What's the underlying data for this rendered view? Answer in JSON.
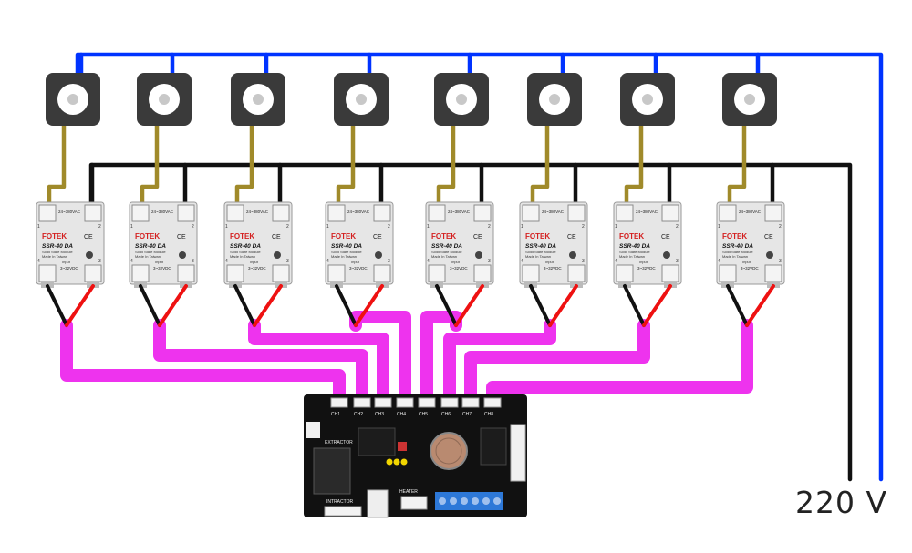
{
  "supply": {
    "voltage_label": "220 V"
  },
  "colors": {
    "neutral_wire": "#0033ff",
    "line_wire": "#111111",
    "load_wire": "#a08a2a",
    "signal_wire": "#ee33ee",
    "ctrl_neg_wire": "#111111",
    "ctrl_pos_wire": "#ee1111",
    "heater_pad": "#3a3a3a",
    "ssr_body": "#e6e6e6",
    "pcb": "#111111"
  },
  "ssr": {
    "count": 8,
    "brand": "FOTEK",
    "model": "SSR-40 DA",
    "subtitle": "Solid State Module",
    "origin": "Made In Taiwan",
    "ac_rating": "24~380VAC",
    "dc_rating": "3~32VDC",
    "input_label": "Input",
    "ce_mark": "CE",
    "terminals": [
      "1",
      "2",
      "3",
      "4"
    ]
  },
  "controller": {
    "labels": [
      "CH1",
      "CH2",
      "CH3",
      "CH4",
      "CH5",
      "CH6",
      "CH7",
      "CH8"
    ],
    "connector_labels": [
      "EXTRACTOR",
      "INTRACTOR",
      "HEATER"
    ]
  }
}
